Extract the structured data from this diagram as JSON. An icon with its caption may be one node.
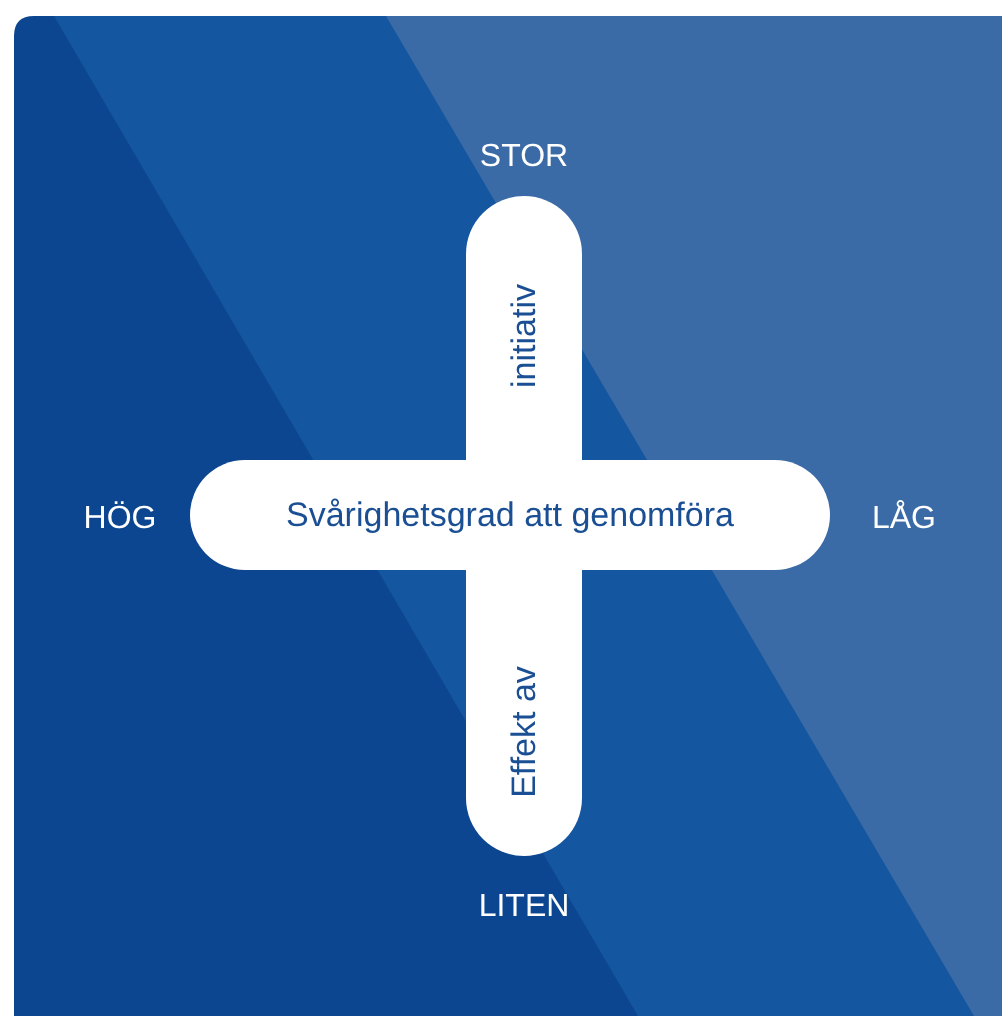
{
  "diagram": {
    "nodes": [
      {
        "text": [
          "Effekt av",
          "initiativ"
        ]
      },
      {
        "text": [
          "Svårighetsgrad att genomföra"
        ]
      }
    ],
    "labels": [
      "STOR",
      "HÖG",
      "LÅG",
      "LITEN"
    ]
  }
}
